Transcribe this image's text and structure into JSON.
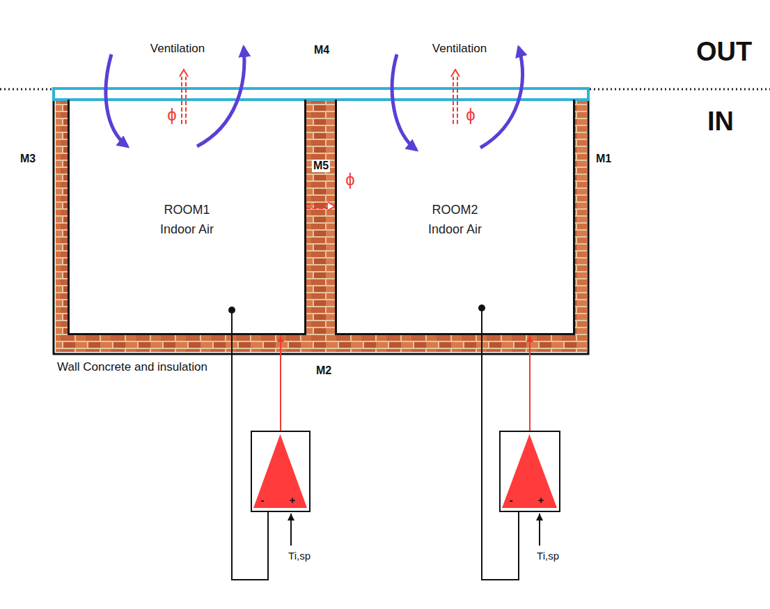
{
  "diagram": {
    "nodes": [
      {
        "text": [
          "ROOM1",
          "Indoor Air"
        ]
      },
      {
        "text": [
          "ROOM2",
          "Indoor Air"
        ]
      },
      {
        "text": [
          "-",
          "+"
        ]
      },
      {
        "text": [
          "-",
          "+"
        ]
      }
    ],
    "edges": [
      {
        "from": 2,
        "to": 0,
        "arrow": "to"
      },
      {
        "from": 0,
        "to": 2,
        "arrow": "none"
      },
      {
        "from": 0,
        "to": 1,
        "label": "ϕ",
        "arrow": "to"
      },
      {
        "from": 3,
        "to": 1,
        "arrow": "to"
      },
      {
        "from": 1,
        "to": 3,
        "arrow": "none"
      }
    ],
    "labels": [
      "Ventilation",
      "Ventilation",
      "M4",
      "OUT",
      "IN",
      "ϕ",
      "ϕ",
      "M3",
      "M5",
      "M1",
      "Wall Concrete and insulation",
      "M2",
      "Ti,sp",
      "Ti,sp"
    ]
  }
}
